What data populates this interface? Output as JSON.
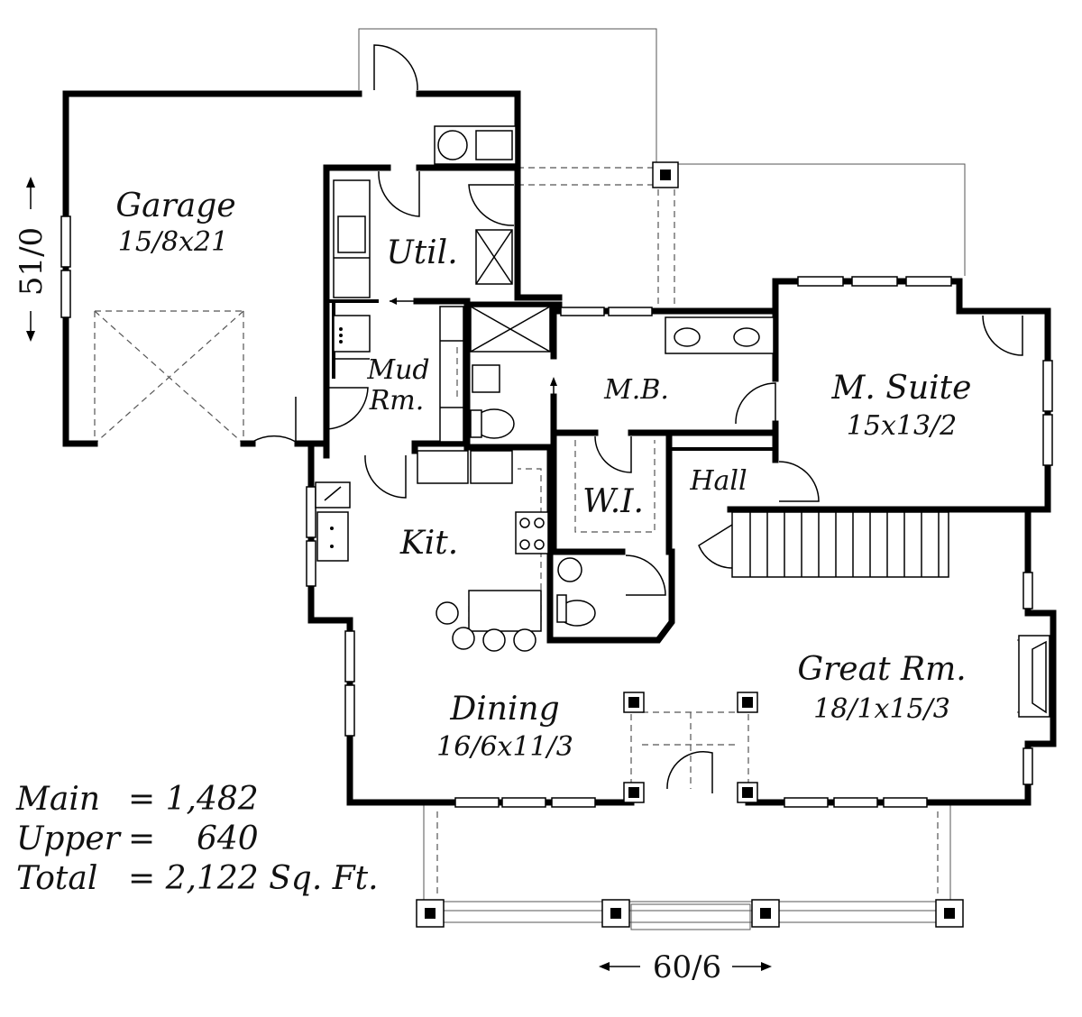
{
  "rooms": {
    "garage": {
      "name": "Garage",
      "size": "15/8x21"
    },
    "util": {
      "name": "Util."
    },
    "mud": {
      "name_line1": "Mud",
      "name_line2": "Rm."
    },
    "mb": {
      "name": "M.B."
    },
    "suite": {
      "name": "M. Suite",
      "size": "15x13/2"
    },
    "hall": {
      "name": "Hall"
    },
    "wi": {
      "name": "W.I."
    },
    "kit": {
      "name": "Kit."
    },
    "dining": {
      "name": "Dining",
      "size": "16/6x11/3"
    },
    "great": {
      "name": "Great Rm.",
      "size": "18/1x15/3"
    }
  },
  "dimensions": {
    "depth": "51/0",
    "width": "60/6"
  },
  "areas": {
    "main_label": "Main",
    "main_value": "= 1,482",
    "upper_label": "Upper",
    "upper_value": "=    640",
    "total_label": "Total",
    "total_value": "= 2,122 Sq. Ft."
  }
}
